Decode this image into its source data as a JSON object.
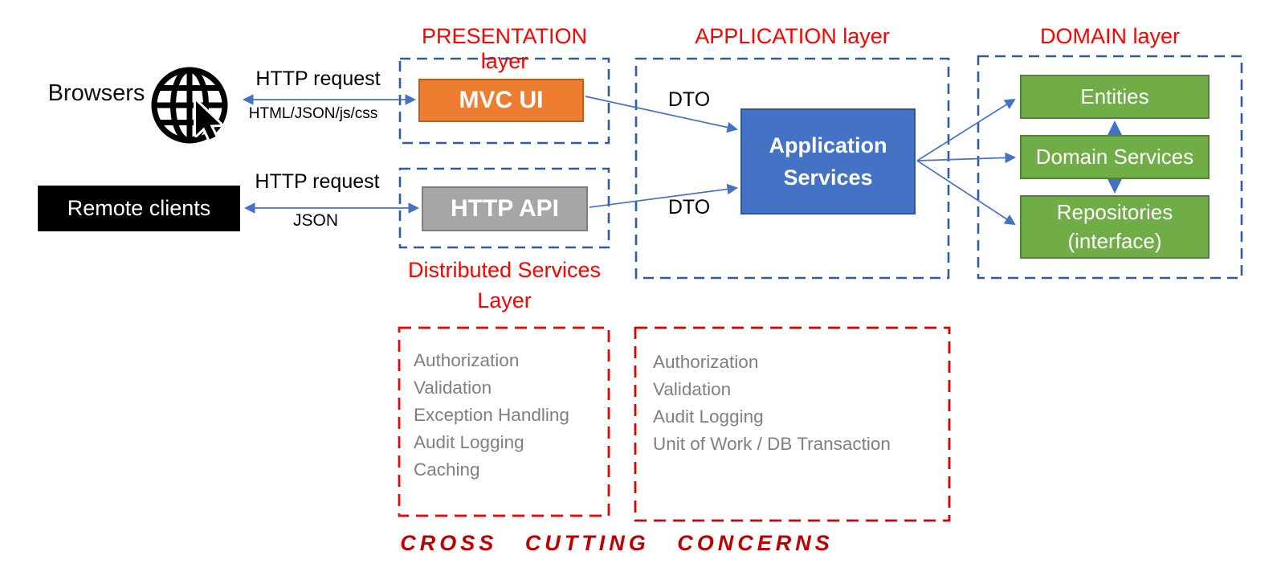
{
  "palette": {
    "title_red": "#FF0000",
    "caption_red": "#C00000",
    "dashed_blue": "#2F5C9E",
    "dashed_red": "#E80000",
    "arrow_blue": "#4472C4",
    "orange_fill": "#ED7D31",
    "gray_fill": "#A6A6A6",
    "blue_fill": "#4472C4",
    "green_fill": "#70AD47",
    "list_gray": "#7F7F7F"
  },
  "clients": {
    "browsers": "Browsers",
    "remote_clients": "Remote clients"
  },
  "connections": {
    "browser_request": {
      "label": "HTTP request",
      "payload": "HTML/JSON/js/css"
    },
    "remote_request": {
      "label": "HTTP request",
      "payload": "JSON"
    },
    "dto_top": "DTO",
    "dto_bottom": "DTO"
  },
  "layers": {
    "presentation": {
      "title": "PRESENTATION layer",
      "component": "MVC UI"
    },
    "distributed": {
      "title": "Distributed Services Layer",
      "component": "HTTP API"
    },
    "application": {
      "title": "APPLICATION layer",
      "component": "Application Services"
    },
    "domain": {
      "title": "DOMAIN layer",
      "components": [
        "Entities",
        "Domain Services",
        "Repositories (interface)"
      ]
    }
  },
  "cross_cutting": {
    "caption": "CROSS CUTTING CONCERNS",
    "distributed_concerns": [
      "Authorization",
      "Validation",
      "Exception Handling",
      "Audit Logging",
      "Caching"
    ],
    "application_concerns": [
      "Authorization",
      "Validation",
      "Audit Logging",
      "Unit of Work / DB Transaction"
    ]
  }
}
